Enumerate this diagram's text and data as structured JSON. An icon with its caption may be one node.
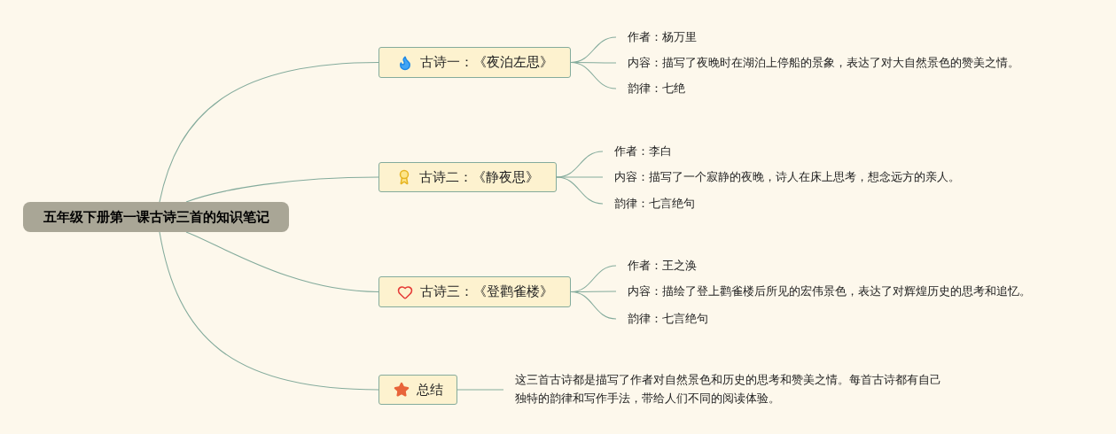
{
  "diagram": {
    "nodes": [
      {
        "text": [
          "五年级下册第一课古诗三首的知识笔记"
        ]
      },
      {
        "text": [
          "古诗一：《夜泊左思》"
        ]
      },
      {
        "text": [
          "作者：杨万里"
        ]
      },
      {
        "text": [
          "内容：描写了夜晚时在湖泊上停船的景象，表达了对大自然景色的赞美之情。"
        ]
      },
      {
        "text": [
          "韵律：七绝"
        ]
      },
      {
        "text": [
          "古诗二：《静夜思》"
        ]
      },
      {
        "text": [
          "作者：李白"
        ]
      },
      {
        "text": [
          "内容：描写了一个寂静的夜晚，诗人在床上思考，想念远方的亲人。"
        ]
      },
      {
        "text": [
          "韵律：七言绝句"
        ]
      },
      {
        "text": [
          "古诗三：《登鹳雀楼》"
        ]
      },
      {
        "text": [
          "作者：王之涣"
        ]
      },
      {
        "text": [
          "内容：描绘了登上鹳雀楼后所见的宏伟景色，表达了对辉煌历史的思考和追忆。"
        ]
      },
      {
        "text": [
          "韵律：七言绝句"
        ]
      },
      {
        "text": [
          "总结"
        ]
      },
      {
        "text": [
          "这三首古诗都是描写了作者对自然景色和历史的思考和赞美之情。每首古诗都有自己独特的韵律和写作手法，带给人们不同的阅读体验。"
        ]
      }
    ],
    "edges": [
      {
        "from": 0,
        "to": 1,
        "arrow": "none"
      },
      {
        "from": 0,
        "to": 5,
        "arrow": "none"
      },
      {
        "from": 0,
        "to": 9,
        "arrow": "none"
      },
      {
        "from": 0,
        "to": 13,
        "arrow": "none"
      },
      {
        "from": 1,
        "to": 2,
        "arrow": "none"
      },
      {
        "from": 1,
        "to": 3,
        "arrow": "none"
      },
      {
        "from": 1,
        "to": 4,
        "arrow": "none"
      },
      {
        "from": 5,
        "to": 6,
        "arrow": "none"
      },
      {
        "from": 5,
        "to": 7,
        "arrow": "none"
      },
      {
        "from": 5,
        "to": 8,
        "arrow": "none"
      },
      {
        "from": 9,
        "to": 10,
        "arrow": "none"
      },
      {
        "from": 9,
        "to": 11,
        "arrow": "none"
      },
      {
        "from": 9,
        "to": 12,
        "arrow": "none"
      },
      {
        "from": 13,
        "to": 14,
        "arrow": "none"
      }
    ]
  }
}
